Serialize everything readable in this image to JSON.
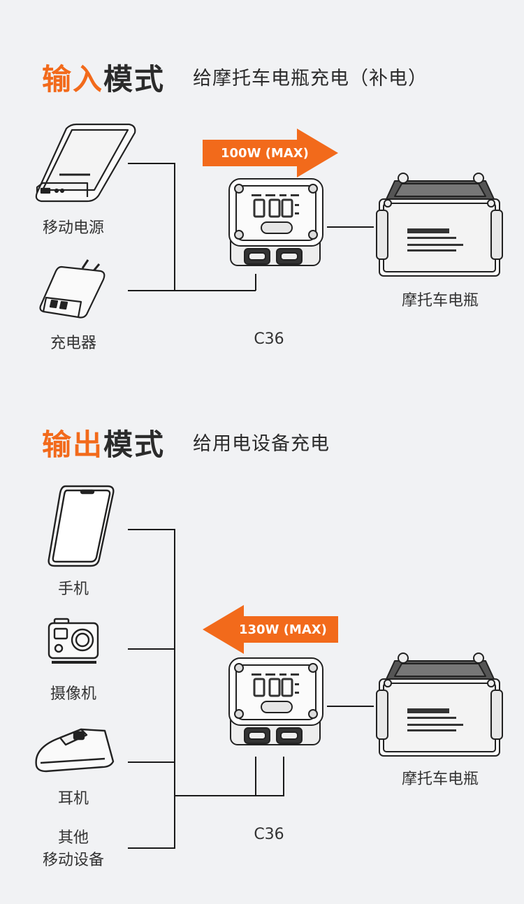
{
  "colors": {
    "accent": "#f26a1b",
    "text": "#2b2b2b",
    "line": "#1a1a1a",
    "background": "#f1f2f4"
  },
  "input_mode": {
    "title_accent": "输入",
    "title_rest": "模式",
    "subtitle": "给摩托车电瓶充电（补电）",
    "arrow_label": "100W (MAX)",
    "sources": [
      {
        "label": "移动电源",
        "icon": "power-bank-icon"
      },
      {
        "label": "充电器",
        "icon": "wall-charger-icon"
      }
    ],
    "device_label": "C36",
    "battery_label": "摩托车电瓶"
  },
  "output_mode": {
    "title_accent": "输出",
    "title_rest": "模式",
    "subtitle": "给用电设备充电",
    "arrow_label": "130W (MAX)",
    "targets": [
      {
        "label": "手机",
        "icon": "phone-icon"
      },
      {
        "label": "摄像机",
        "icon": "action-camera-icon"
      },
      {
        "label": "耳机",
        "icon": "headset-icon"
      },
      {
        "label": "其他\n移动设备",
        "icon": ""
      }
    ],
    "device_label": "C36",
    "battery_label": "摩托车电瓶"
  }
}
